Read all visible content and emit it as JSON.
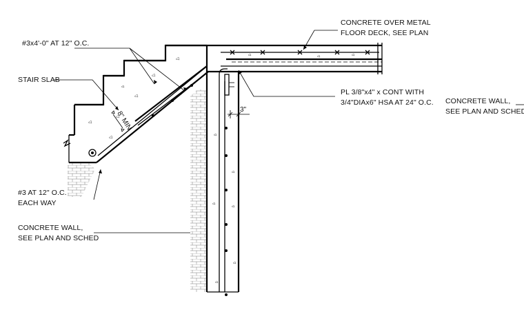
{
  "notes": {
    "top_bars": "#3x4'-0\" AT 12\" O.C.",
    "stair_slab": "STAIR SLAB",
    "bottom_bars_line1": "#3 AT 12\" O.C.",
    "bottom_bars_line2": "EACH WAY",
    "wall_left_line1": "CONCRETE WALL,",
    "wall_left_line2": "SEE PLAN AND SCHED",
    "deck_line1": "CONCRETE OVER METAL",
    "deck_line2": "FLOOR DECK, SEE PLAN",
    "plate_line1": "PL 3/8\"x4\" x CONT WITH",
    "plate_line2": "3/4\"DIAx6\" HSA AT 24\" O.C.",
    "wall_right_line1": "CONCRETE WALL,",
    "wall_right_line2": "SEE PLAN AND SCHED"
  },
  "dimensions": {
    "slab_min": "8\" MIN",
    "plate_offset": "3\""
  }
}
